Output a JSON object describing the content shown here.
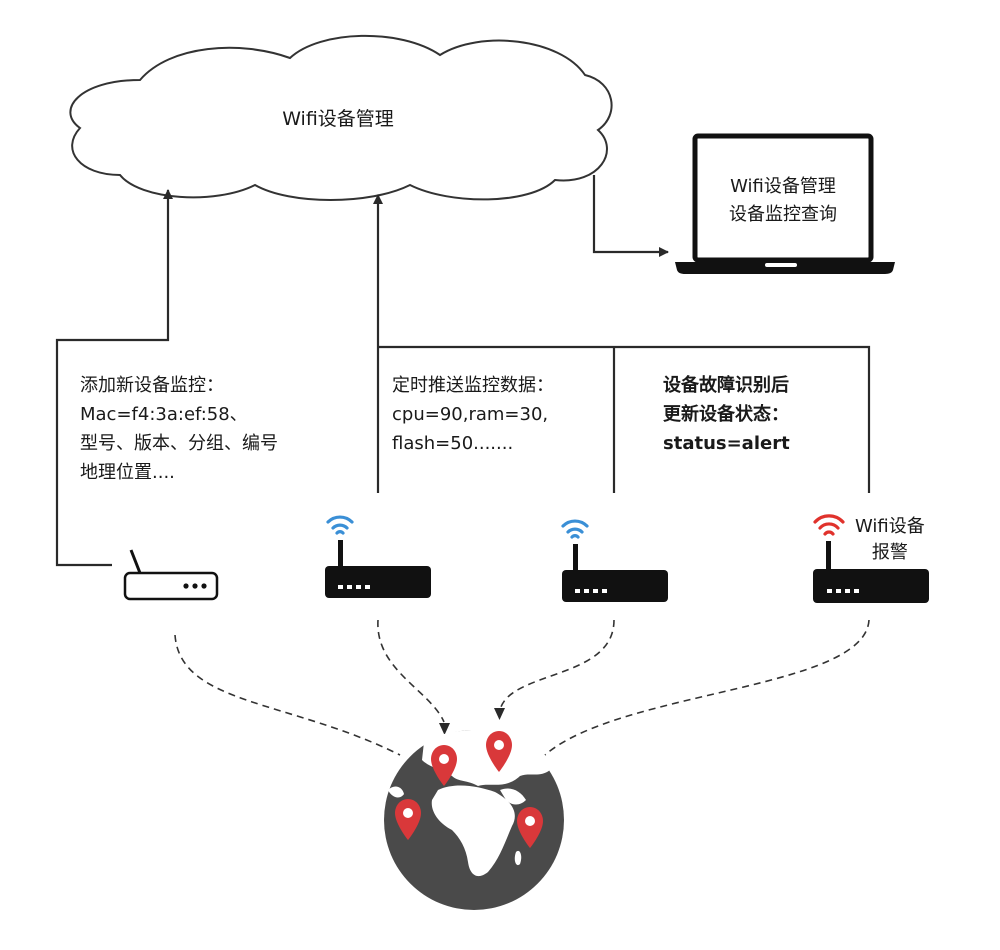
{
  "cloud": {
    "label": "Wifi设备管理"
  },
  "laptop": {
    "line1": "Wifi设备管理",
    "line2": "设备监控查询"
  },
  "annotations": {
    "add_device": [
      "添加新设备监控：",
      "Mac=f4:3a:ef:58、",
      "型号、版本、分组、编号",
      "地理位置...."
    ],
    "push_data": [
      "定时推送监控数据：",
      "cpu=90,ram=30,",
      "flash=50......."
    ],
    "fault": [
      "设备故障识别后",
      "更新设备状态：",
      "status=alert"
    ]
  },
  "alarm_router": {
    "label_line1": "Wifi设备",
    "label_line2": "报警"
  },
  "colors": {
    "wifi_normal": "#3a8fd6",
    "wifi_alert": "#e0322c",
    "pin": "#d9383a",
    "globe": "#4a4a4a"
  },
  "icons": [
    "cloud-icon",
    "laptop-icon",
    "router-icon",
    "wifi-signal-icon",
    "globe-icon",
    "map-pin-icon"
  ]
}
